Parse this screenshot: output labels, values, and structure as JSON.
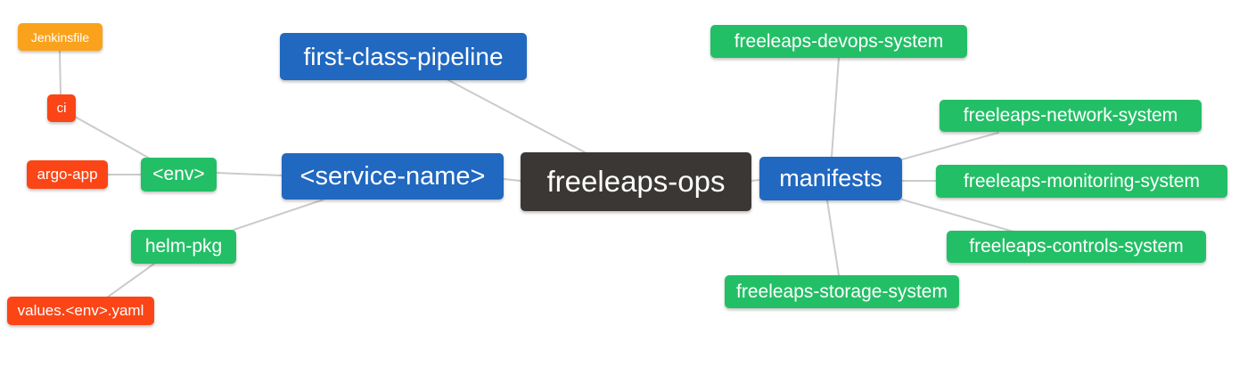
{
  "diagram": {
    "type": "mindmap",
    "background_color": "#ffffff",
    "edge_color": "#cbcbcb",
    "colors": {
      "blue": "#2168C0",
      "green": "#23BF66",
      "orange": "#FAA21C",
      "red_orange": "#FB4516",
      "dark": "#3B3734",
      "node_text": "#FFFFFF"
    },
    "nodes": {
      "jenkinsfile": {
        "label": "Jenkinsfile",
        "color": "orange"
      },
      "ci": {
        "label": "ci",
        "color": "red_orange"
      },
      "argo_app": {
        "label": "argo-app",
        "color": "red_orange"
      },
      "env": {
        "label": "<env>",
        "color": "green"
      },
      "first_class_pipeline": {
        "label": "first-class-pipeline",
        "color": "blue"
      },
      "service_name": {
        "label": "<service-name>",
        "color": "blue"
      },
      "freeleaps_ops": {
        "label": "freeleaps-ops",
        "color": "dark"
      },
      "manifests": {
        "label": "manifests",
        "color": "blue"
      },
      "devops_system": {
        "label": "freeleaps-devops-system",
        "color": "green"
      },
      "network_system": {
        "label": "freeleaps-network-system",
        "color": "green"
      },
      "monitoring_system": {
        "label": "freeleaps-monitoring-system",
        "color": "green"
      },
      "controls_system": {
        "label": "freeleaps-controls-system",
        "color": "green"
      },
      "storage_system": {
        "label": "freeleaps-storage-system",
        "color": "green"
      },
      "helm_pkg": {
        "label": "helm-pkg",
        "color": "green"
      },
      "values_yaml": {
        "label": "values.<env>.yaml",
        "color": "red_orange"
      }
    },
    "edges": [
      {
        "from": "jenkinsfile",
        "to": "ci"
      },
      {
        "from": "ci",
        "to": "env"
      },
      {
        "from": "argo_app",
        "to": "env"
      },
      {
        "from": "env",
        "to": "service_name"
      },
      {
        "from": "helm_pkg",
        "to": "service_name"
      },
      {
        "from": "values_yaml",
        "to": "helm_pkg"
      },
      {
        "from": "service_name",
        "to": "freeleaps_ops"
      },
      {
        "from": "first_class_pipeline",
        "to": "freeleaps_ops"
      },
      {
        "from": "freeleaps_ops",
        "to": "manifests"
      },
      {
        "from": "manifests",
        "to": "devops_system"
      },
      {
        "from": "manifests",
        "to": "network_system"
      },
      {
        "from": "manifests",
        "to": "monitoring_system"
      },
      {
        "from": "manifests",
        "to": "controls_system"
      },
      {
        "from": "manifests",
        "to": "storage_system"
      }
    ]
  }
}
